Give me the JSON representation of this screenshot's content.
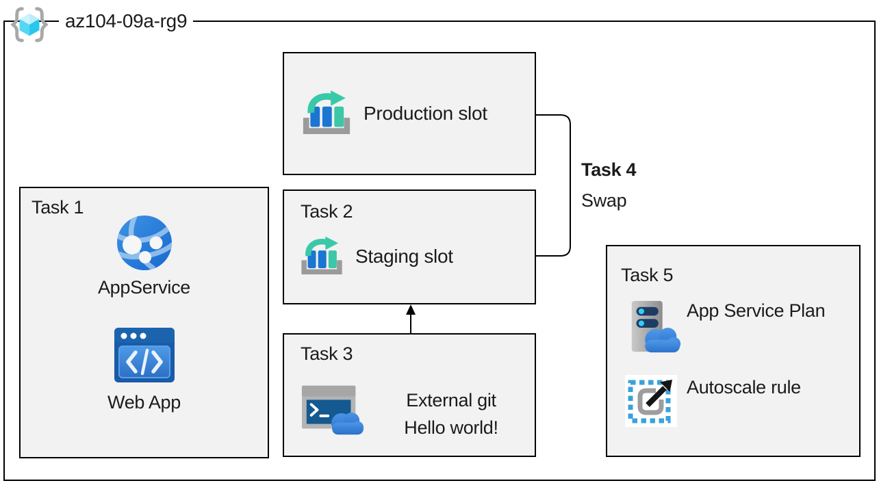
{
  "diagram": {
    "resource_group": {
      "name": "az104-09a-rg9",
      "icon": "resource-group-icon"
    },
    "production_slot": {
      "label": "Production slot",
      "icon": "deployment-slots-icon"
    },
    "task1": {
      "title": "Task 1",
      "items": [
        {
          "label": "AppService",
          "icon": "app-service-icon"
        },
        {
          "label": "Web App",
          "icon": "web-app-icon"
        }
      ]
    },
    "task2": {
      "title": "Task 2",
      "label": "Staging slot",
      "icon": "deployment-slots-icon"
    },
    "task3": {
      "title": "Task 3",
      "lines": [
        "External git",
        "Hello world!"
      ],
      "icon": "cloud-shell-icon"
    },
    "task4": {
      "title": "Task 4",
      "label": "Swap"
    },
    "task5": {
      "title": "Task 5",
      "items": [
        {
          "label": "App Service Plan",
          "icon": "app-service-plan-icon"
        },
        {
          "label": "Autoscale rule",
          "icon": "autoscale-rule-icon"
        }
      ]
    },
    "colors": {
      "box_fill": "#f2f2f2",
      "box_border": "#000000",
      "text": "#1b1b1b",
      "azure_bar_blue": "#1b76d2",
      "slot_teal": "#3ac9a8",
      "cloud_blue": "#3b86e0",
      "cube_cyan": "#3fd0f1",
      "dashed_cyan": "#3aa2db",
      "tray_gray": "#9b9b9b"
    }
  }
}
